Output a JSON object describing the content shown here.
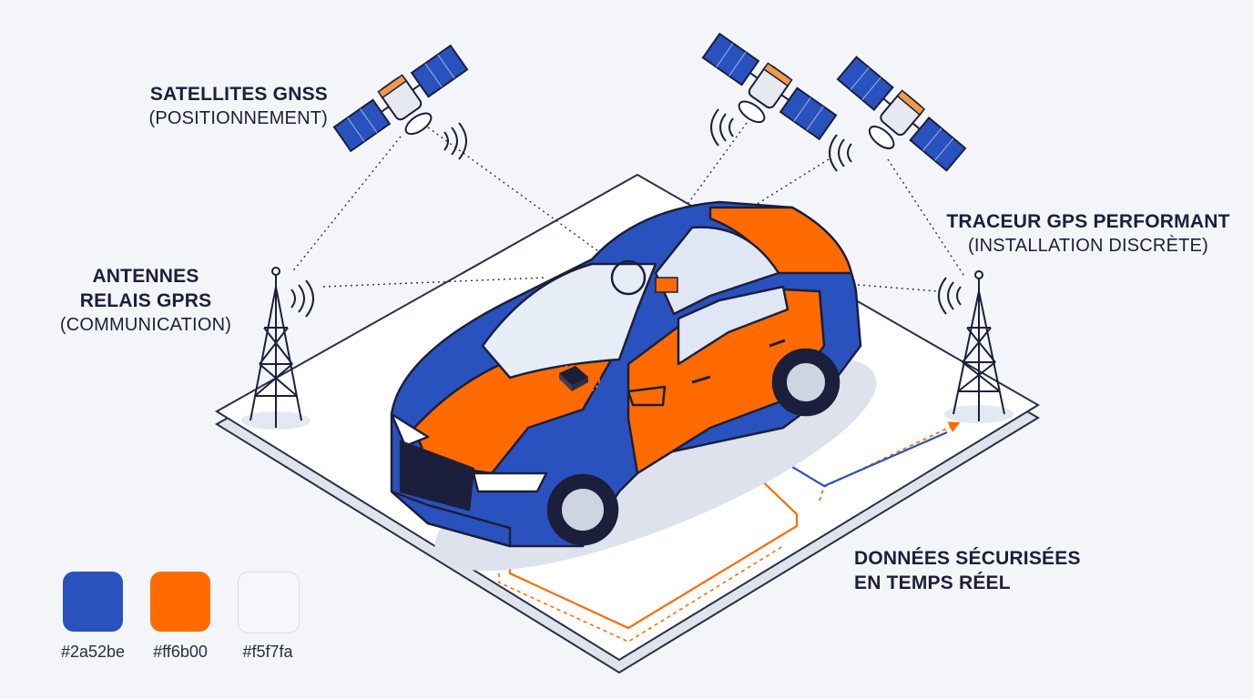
{
  "labels": {
    "satellites": {
      "title": "SATELLITES GNSS",
      "subtitle": "(POSITIONNEMENT)"
    },
    "antennas": {
      "line1": "ANTENNES",
      "line2": "RELAIS GPRS",
      "subtitle": "(COMMUNICATION)"
    },
    "tracker": {
      "title": "TRACEUR GPS PERFORMANT",
      "subtitle": "(INSTALLATION DISCRÈTE)"
    },
    "data": {
      "line1": "DONNÉES SÉCURISÉES",
      "line2": "EN TEMPS RÉEL"
    }
  },
  "palette": [
    {
      "code": "#2a52be",
      "color": "#2a52be"
    },
    {
      "code": "#ff6b00",
      "color": "#ff6b00"
    },
    {
      "code": "#f5f7fa",
      "color": "#f5f7fa"
    }
  ],
  "colors": {
    "blue": "#2a52be",
    "orange": "#ff6b00",
    "ink": "#1b1f3b",
    "light": "#f5f7fa"
  },
  "icons": [
    "satellite-icon",
    "antenna-tower-icon",
    "car-icon",
    "gps-tracker-icon",
    "signal-wave-icon"
  ]
}
